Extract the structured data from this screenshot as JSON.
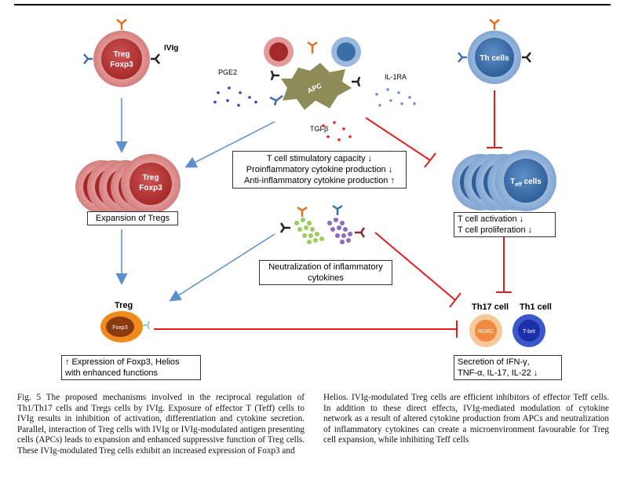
{
  "diagram": {
    "treg_top": {
      "line1": "Treg",
      "line2": "Foxp3"
    },
    "ivig_label": "IVIg",
    "apc_label": "APC",
    "pge2_label": "PGE2",
    "il1ra_label": "IL-1RA",
    "tgfb_label": "TGFβ",
    "th_cells_label": "Th cells",
    "treg_expand": {
      "line1": "Treg",
      "line2": "Foxp3"
    },
    "teff_label": {
      "t": "T",
      "sub": "eff",
      "rest": " cells"
    },
    "apc_effects": [
      "T cell stimulatory capacity ↓",
      "Proinflammatory cytokine production ↓",
      "Anti-inflammatory  cytokine production ↑"
    ],
    "expansion_box": "Expansion of Tregs",
    "teff_box": [
      "T cell activation  ↓",
      "T cell proliferation ↓"
    ],
    "neutralization_box": [
      "Neutralization of inflammatory",
      "cytokines"
    ],
    "treg_small_title": "Treg",
    "treg_small_core": "Foxp3",
    "foxp3_box": [
      "↑ Expression of Foxp3, Helios",
      "with enhanced functions"
    ],
    "th17_label": "Th17 cell",
    "th1_label": "Th1 cell",
    "rorc_label": "RORC",
    "tbet_label": "T-bet",
    "secretion_box": [
      "Secretion  of IFN-γ,",
      "TNF-α, IL-17, IL-22 ↓"
    ]
  },
  "caption": {
    "left": "Fig. 5 The proposed mechanisms involved in the reciprocal regulation of Th1/Th17 cells and Tregs cells by IVIg. Exposure of effector T (Teff) cells to IVIg results in inhibition of activation, differentiation and cytokine secretion. Parallel, interaction of Treg cells with IVIg or IVIg-modulated antigen presenting cells (APCs) leads to expansion and enhanced suppressive function of Treg cells. These IVIg-modulated Treg cells exhibit an increased expression of Foxp3 and",
    "right": "Helios. IVIg-modulated Treg cells are efficient inhibitors of effector Teff cells. In addition to these direct effects, IVIg-mediated modulation of cytokine network as a result of altered cytokine production from APCs and neutralization of inflammatory cytokines can create a microenvironment favourable for Treg cell expansion, while inhibiting Teff cells"
  }
}
